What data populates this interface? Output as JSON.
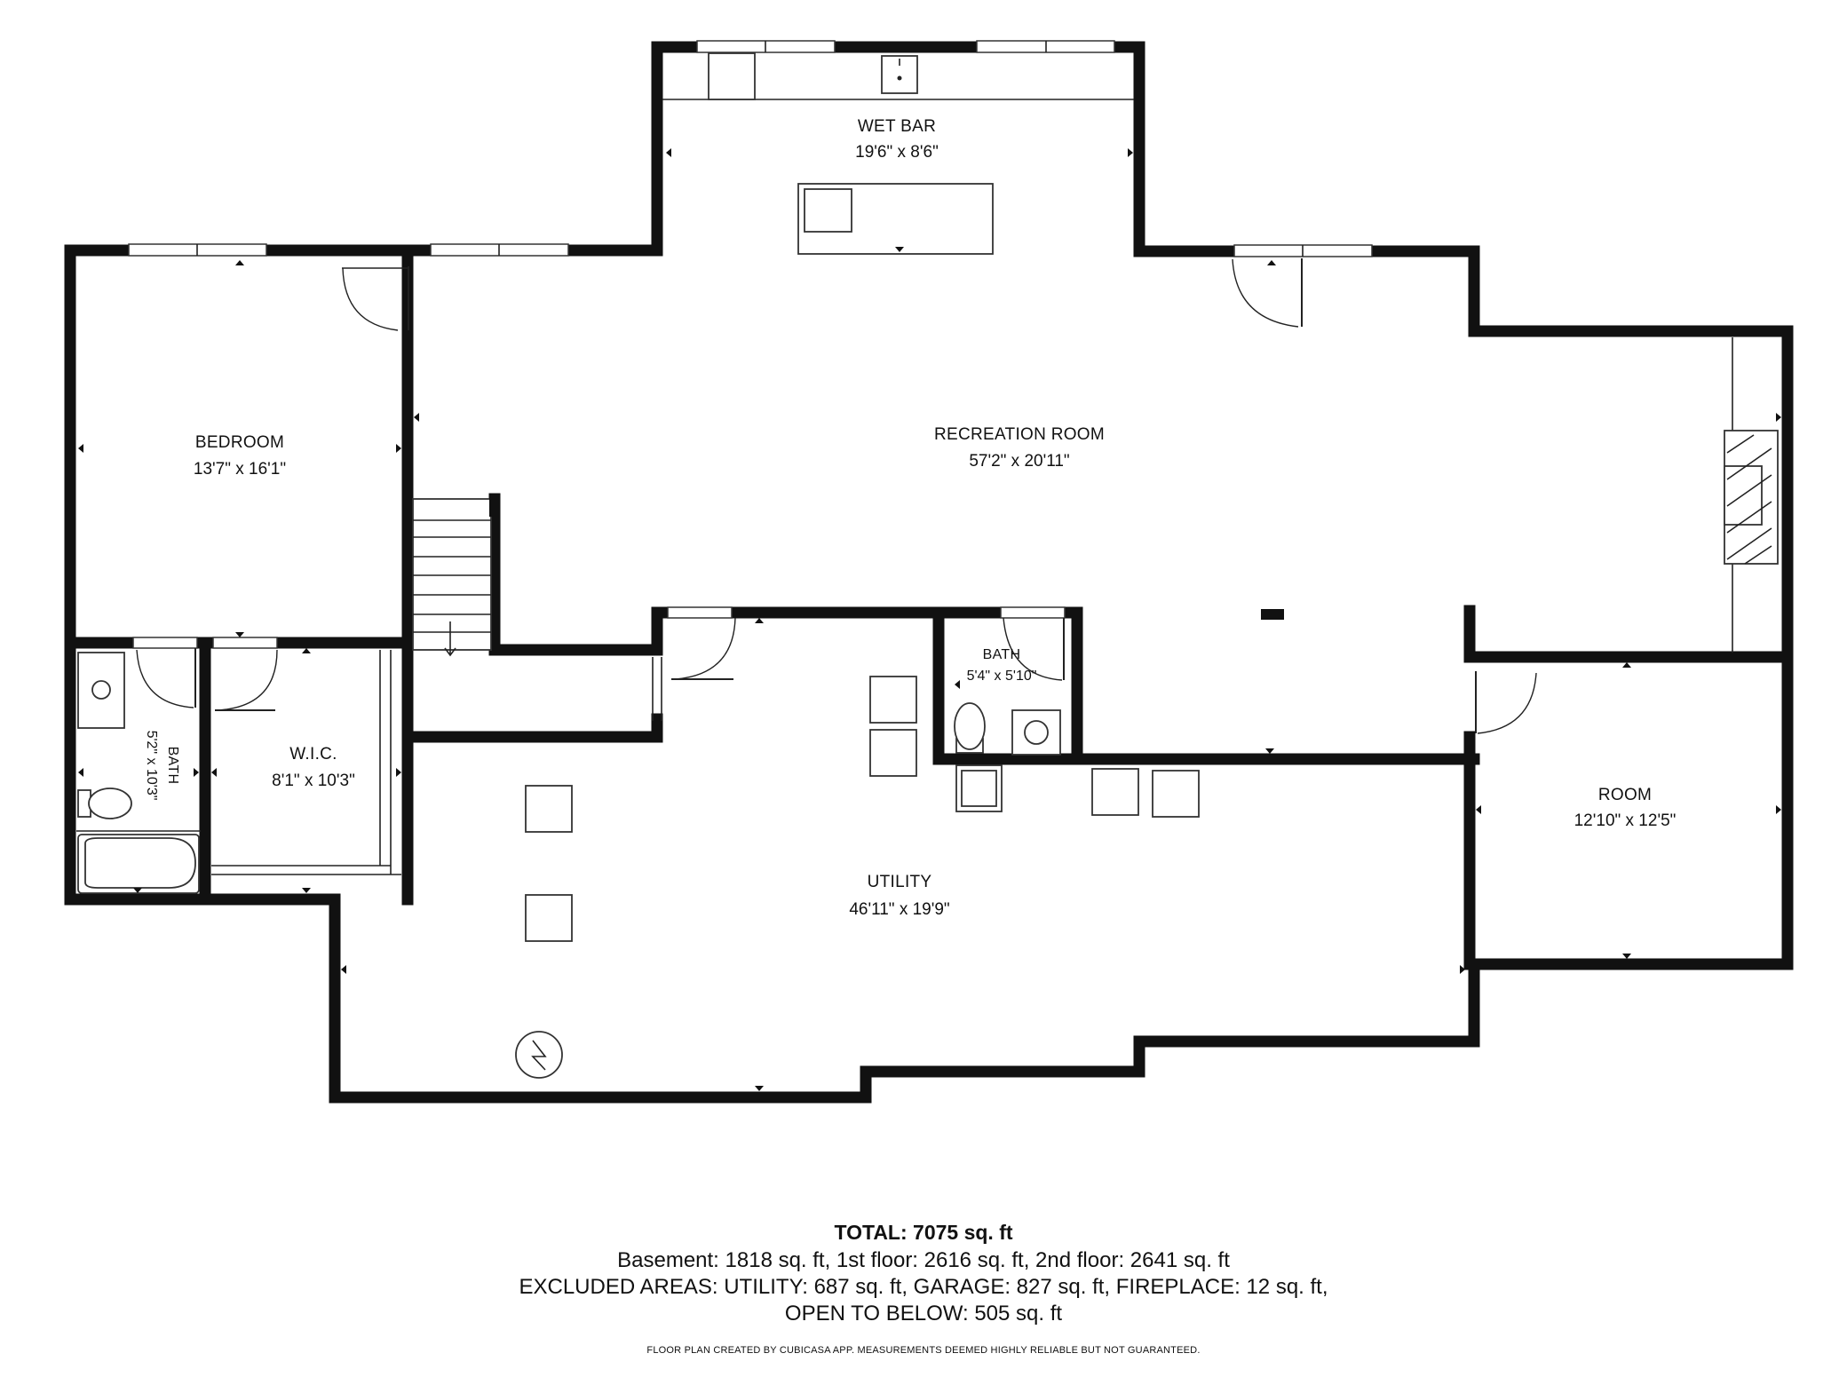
{
  "rooms": {
    "wet_bar": {
      "name": "WET BAR",
      "dims": "19'6\" x 8'6\""
    },
    "recreation": {
      "name": "RECREATION ROOM",
      "dims": "57'2\" x 20'11\""
    },
    "bedroom": {
      "name": "BEDROOM",
      "dims": "13'7\" x 16'1\""
    },
    "bath_small": {
      "name": "BATH",
      "dims": "5'4\" x 5'10\""
    },
    "bath_vertical": {
      "name": "BATH",
      "dims": "5'2\" x 10'3\""
    },
    "wic": {
      "name": "W.I.C.",
      "dims": "8'1\" x 10'3\""
    },
    "utility": {
      "name": "UTILITY",
      "dims": "46'11\" x 19'9\""
    },
    "room": {
      "name": "ROOM",
      "dims": "12'10\" x 12'5\""
    }
  },
  "summary": {
    "total": "TOTAL: 7075 sq. ft",
    "line1": "Basement: 1818 sq. ft, 1st floor: 2616 sq. ft, 2nd floor: 2641 sq. ft",
    "line2": "EXCLUDED AREAS: UTILITY: 687 sq. ft, GARAGE: 827 sq. ft, FIREPLACE: 12 sq. ft,",
    "line3": "OPEN TO BELOW: 505 sq. ft",
    "credit": "FLOOR PLAN CREATED BY CUBICASA APP. MEASUREMENTS DEEMED HIGHLY RELIABLE BUT NOT GUARANTEED."
  },
  "colors": {
    "wall": "#111111",
    "background": "#ffffff"
  }
}
